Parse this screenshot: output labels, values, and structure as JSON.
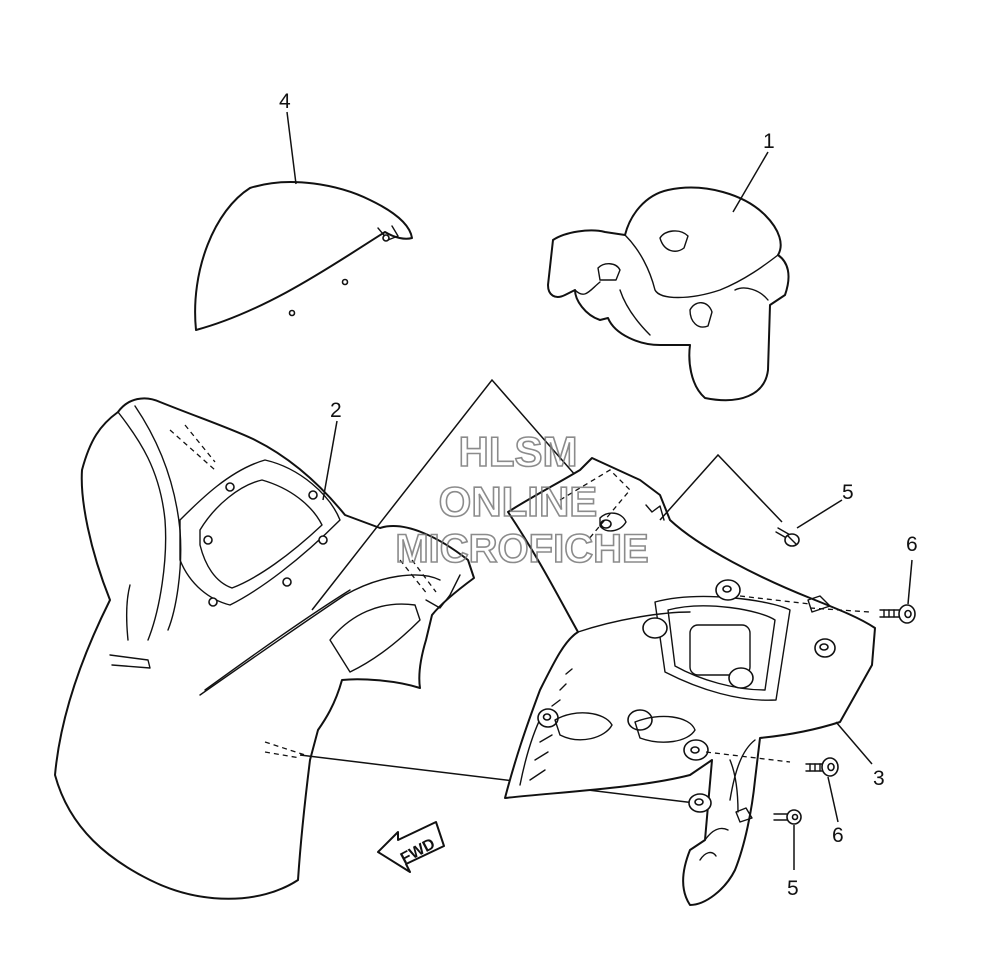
{
  "watermark": {
    "line1": "HLSM",
    "line2": "ONLINE",
    "line3": "MICROFICHE"
  },
  "callouts": {
    "part_1": "1",
    "part_2": "2",
    "part_3": "3",
    "part_4": "4",
    "part_5_upper": "5",
    "part_5_lower": "5",
    "part_6_upper": "6",
    "part_6_lower": "6"
  },
  "direction_arrow": {
    "label": "FWD"
  }
}
